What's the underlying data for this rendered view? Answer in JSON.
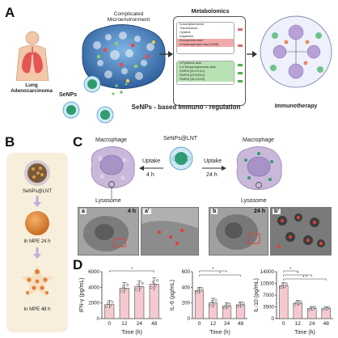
{
  "panelA": {
    "letter": "A",
    "lung_label": "Lung Adenocarcinoma",
    "microenv_label": "Complicated Microenvironment",
    "senps_label": "SeNPs",
    "metabolomics": {
      "title": "Metabolomics",
      "group1": [
        "N-Acetylserotonin",
        "Theobromine",
        "Cytidine",
        "Dopamine",
        "Deoxycholic acid",
        "4-Hydroxybutyric acid (GHB)"
      ],
      "group2": [
        "4-Pyridoxic acid",
        "2,4-Dihydroxybenzoic acid",
        "FAHFA (20:1/14:1)",
        "FAHFA (23:0/20:1)",
        "FAHFA (16:1/20:0)"
      ]
    },
    "regulation_label": "SeNPs - based Immuno - regulation",
    "immunotherapy_label": "Immunotherapy"
  },
  "panelB": {
    "letter": "B",
    "items": [
      {
        "label": "SeNPs@LNT"
      },
      {
        "label": "In MPE 24 h"
      },
      {
        "label": "In MPE 48 h"
      }
    ]
  },
  "panelC": {
    "letter": "C",
    "macrophage_left": "Macrophage",
    "macrophage_right": "Macrophage",
    "particle_label": "SeNPs@LNT",
    "uptake1_label": "Uptake",
    "uptake1_time": "4 h",
    "uptake2_label": "Uptake",
    "uptake2_time": "24 h",
    "lysosome_left": "Lysosome",
    "lysosome_right": "Lysosome",
    "images": [
      {
        "label": "a",
        "time": "4 h"
      },
      {
        "label": "a'",
        "time": ""
      },
      {
        "label": "b",
        "time": "24 h"
      },
      {
        "label": "b'",
        "time": ""
      }
    ]
  },
  "panelD": {
    "letter": "D",
    "xlabel": "Time (h)"
  },
  "chart_data": [
    {
      "type": "bar",
      "ylabel": "IFN-γ (pg/mL)",
      "categories": [
        "0",
        "12",
        "24",
        "48"
      ],
      "values": [
        1800,
        3900,
        4100,
        4400
      ],
      "errors": [
        500,
        700,
        700,
        800
      ],
      "yticks": [
        "0",
        "2000",
        "4000",
        "6000"
      ],
      "ylim": [
        0,
        6000
      ],
      "xlabel": "Time (h)",
      "significance": [
        {
          "from": 0,
          "to": 3,
          "mark": "*"
        }
      ]
    },
    {
      "type": "bar",
      "ylabel": "IL-6 (pg/mL)",
      "categories": [
        "0",
        "12",
        "24",
        "48"
      ],
      "values": [
        360,
        200,
        160,
        175
      ],
      "errors": [
        40,
        60,
        40,
        35
      ],
      "yticks": [
        "0",
        "200",
        "400",
        "600"
      ],
      "ylim": [
        0,
        600
      ],
      "xlabel": "Time (h)",
      "significance": [
        {
          "from": 0,
          "to": 2,
          "mark": "*"
        },
        {
          "from": 0,
          "to": 3,
          "mark": "*"
        }
      ]
    },
    {
      "type": "bar",
      "ylabel": "IL-10 (pg/mL)",
      "categories": [
        "0",
        "12",
        "24",
        "48"
      ],
      "values": [
        9800,
        4600,
        3000,
        3000
      ],
      "errors": [
        900,
        800,
        600,
        500
      ],
      "yticks": [
        "0",
        "3500",
        "7000",
        "10500",
        "14000"
      ],
      "ylim": [
        0,
        14000
      ],
      "xlabel": "Time (h)",
      "significance": [
        {
          "from": 0,
          "to": 1,
          "mark": "*"
        },
        {
          "from": 0,
          "to": 2,
          "mark": "*"
        },
        {
          "from": 0,
          "to": 3,
          "mark": "* *"
        }
      ]
    }
  ],
  "colors": {
    "bar_fill": "#f4c9cf",
    "bar_stroke": "#555555",
    "cell_fill": "#c9b8d9",
    "panelB_bg": "#f7eedb",
    "particle_orange": "#e08a3c",
    "highlight_red": "#f1a9a9",
    "highlight_green": "#b9e2b4",
    "em_red_dots": "#e0413b"
  }
}
